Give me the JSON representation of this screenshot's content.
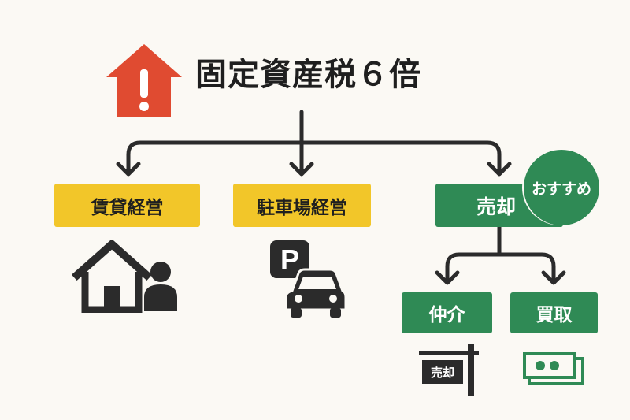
{
  "title": "固定資産税６倍",
  "options": {
    "rental": "賃貸経営",
    "parking": "駐車場経営",
    "sale": "売却"
  },
  "recommend_badge": "おすすめ",
  "sale_methods": {
    "brokerage": "仲介",
    "purchase": "買取"
  },
  "sign_text": "売却",
  "parking_letter": "P",
  "colors": {
    "warning_red": "#e04b31",
    "option_yellow": "#f2c629",
    "sale_green": "#2f8a55",
    "ink": "#2b2b2b",
    "background": "#fbf9f4"
  },
  "icons": [
    "warning-house-icon",
    "house-person-icon",
    "parking-car-icon",
    "for-sale-sign-icon",
    "cash-icon"
  ]
}
